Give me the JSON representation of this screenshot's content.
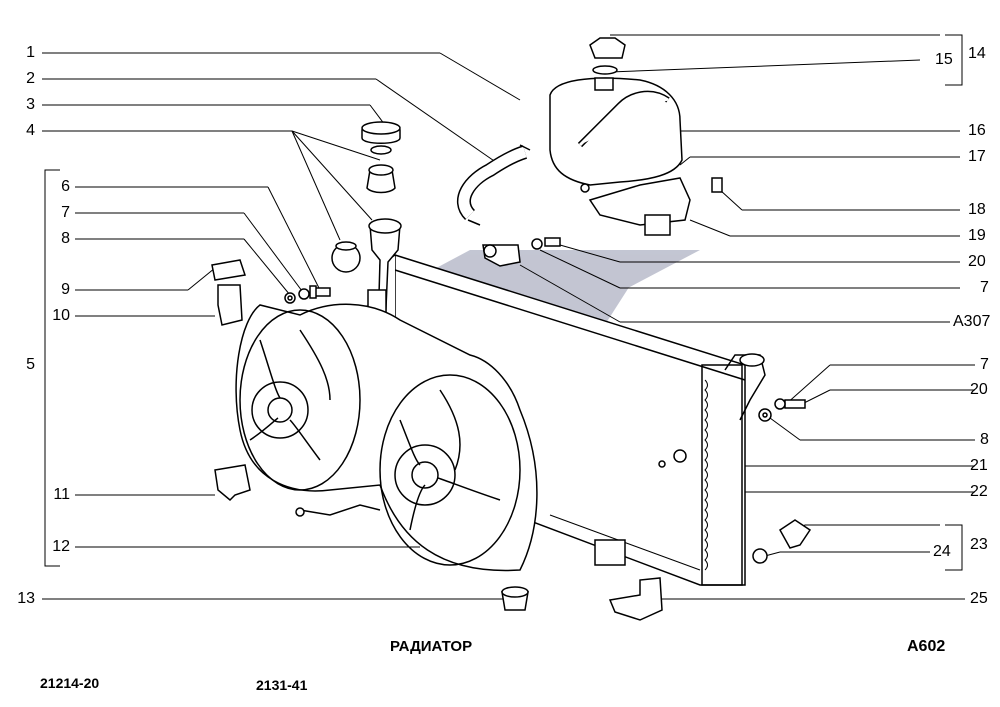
{
  "callouts": {
    "c1": "1",
    "c2": "2",
    "c3": "3",
    "c4": "4",
    "c5": "5",
    "c6": "6",
    "c7a": "7",
    "c8a": "8",
    "c9": "9",
    "c10": "10",
    "c11": "11",
    "c12": "12",
    "c13": "13",
    "c14": "14",
    "c15": "15",
    "c16": "16",
    "c17": "17",
    "c18": "18",
    "c19": "19",
    "c20a": "20",
    "c7b": "7",
    "a307": "A307",
    "c7c": "7",
    "c20b": "20",
    "c8b": "8",
    "c21": "21",
    "c22": "22",
    "c23": "23",
    "c24": "24",
    "c25": "25"
  },
  "captions": {
    "title": "РАДИАТОР",
    "sheet": "A602",
    "model_left": "21214-20",
    "model_right": "2131-41"
  },
  "colors": {
    "line": "#000000",
    "watermark": "#b9bccb",
    "background": "#ffffff"
  }
}
